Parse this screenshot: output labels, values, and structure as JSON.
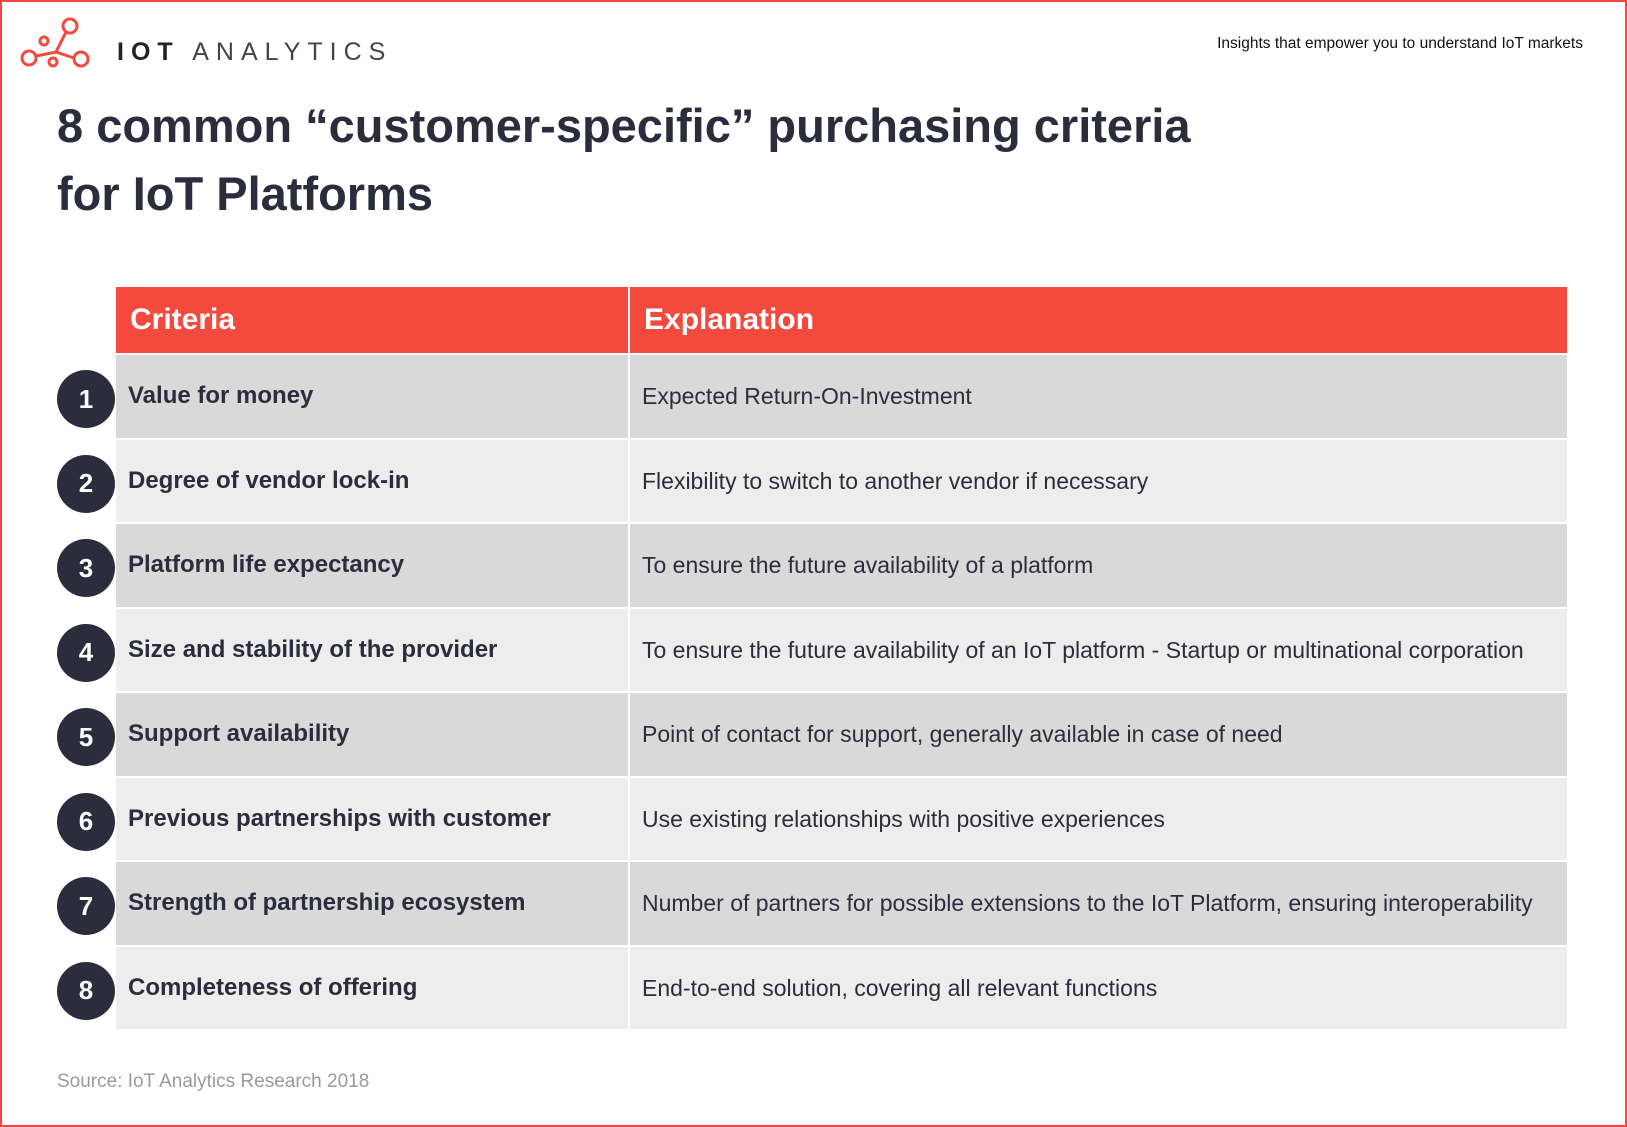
{
  "header": {
    "brand_bold": "IOT",
    "brand_light": "ANALYTICS",
    "tagline": "Insights that empower you to understand IoT markets"
  },
  "title": {
    "line1": "8 common “customer-specific” purchasing criteria",
    "line2": "for IoT Platforms"
  },
  "table": {
    "columns": [
      "Criteria",
      "Explanation"
    ],
    "rows": [
      {
        "num": "1",
        "criteria": "Value for money",
        "explanation": "Expected Return-On-Investment"
      },
      {
        "num": "2",
        "criteria": "Degree of vendor lock-in",
        "explanation": "Flexibility to switch to another vendor if necessary"
      },
      {
        "num": "3",
        "criteria": "Platform life expectancy",
        "explanation": "To ensure the future availability of a platform"
      },
      {
        "num": "4",
        "criteria": "Size and stability of the provider",
        "explanation": "To ensure the future availability of an IoT platform - Startup or multinational corporation"
      },
      {
        "num": "5",
        "criteria": "Support availability",
        "explanation": "Point of contact for support, generally available in case of need"
      },
      {
        "num": "6",
        "criteria": "Previous partnerships with customer",
        "explanation": "Use existing relationships with positive experiences"
      },
      {
        "num": "7",
        "criteria": "Strength of partnership ecosystem",
        "explanation": "Number of partners for possible extensions to the IoT Platform, ensuring interoperability"
      },
      {
        "num": "8",
        "criteria": "Completeness of offering",
        "explanation": "End-to-end solution, covering all relevant functions"
      }
    ]
  },
  "source": "Source: IoT Analytics Research 2018",
  "colors": {
    "accent": "#f4493d",
    "dark": "#2b2d3c",
    "row_dark": "#d9d9d9",
    "row_light": "#ededed"
  }
}
